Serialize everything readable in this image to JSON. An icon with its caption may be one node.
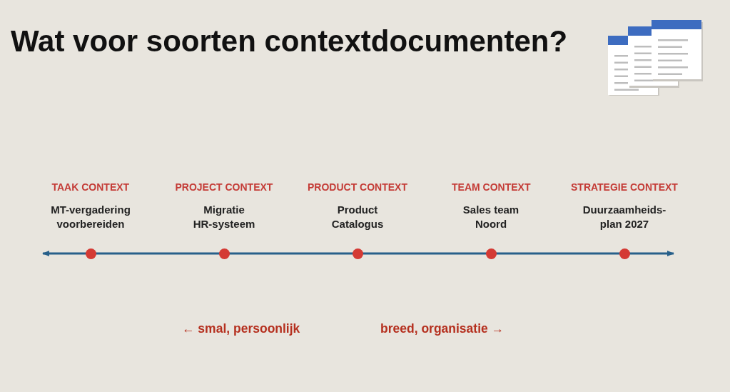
{
  "diagram": {
    "title": "Wat voor soorten contextdocumenten?",
    "nodes": [
      {
        "text": [],
        "shape": "circle",
        "beside": [
          "TAAK CONTEXT",
          "MT-vergadering voorbereiden"
        ]
      },
      {
        "text": [],
        "shape": "circle",
        "beside": [
          "PROJECT CONTEXT",
          "Migratie HR-systeem"
        ]
      },
      {
        "text": [],
        "shape": "circle",
        "beside": [
          "PRODUCT CONTEXT",
          "Product Catalogus"
        ]
      },
      {
        "text": [],
        "shape": "circle",
        "beside": [
          "TEAM CONTEXT",
          "Sales team Noord"
        ]
      },
      {
        "text": [],
        "shape": "circle",
        "beside": [
          "STRATEGIE CONTEXT",
          "Duurzaamheids- plan 2027"
        ]
      }
    ],
    "labels": [
      "← smal, persoonlijk",
      "breed, organisatie →"
    ]
  }
}
